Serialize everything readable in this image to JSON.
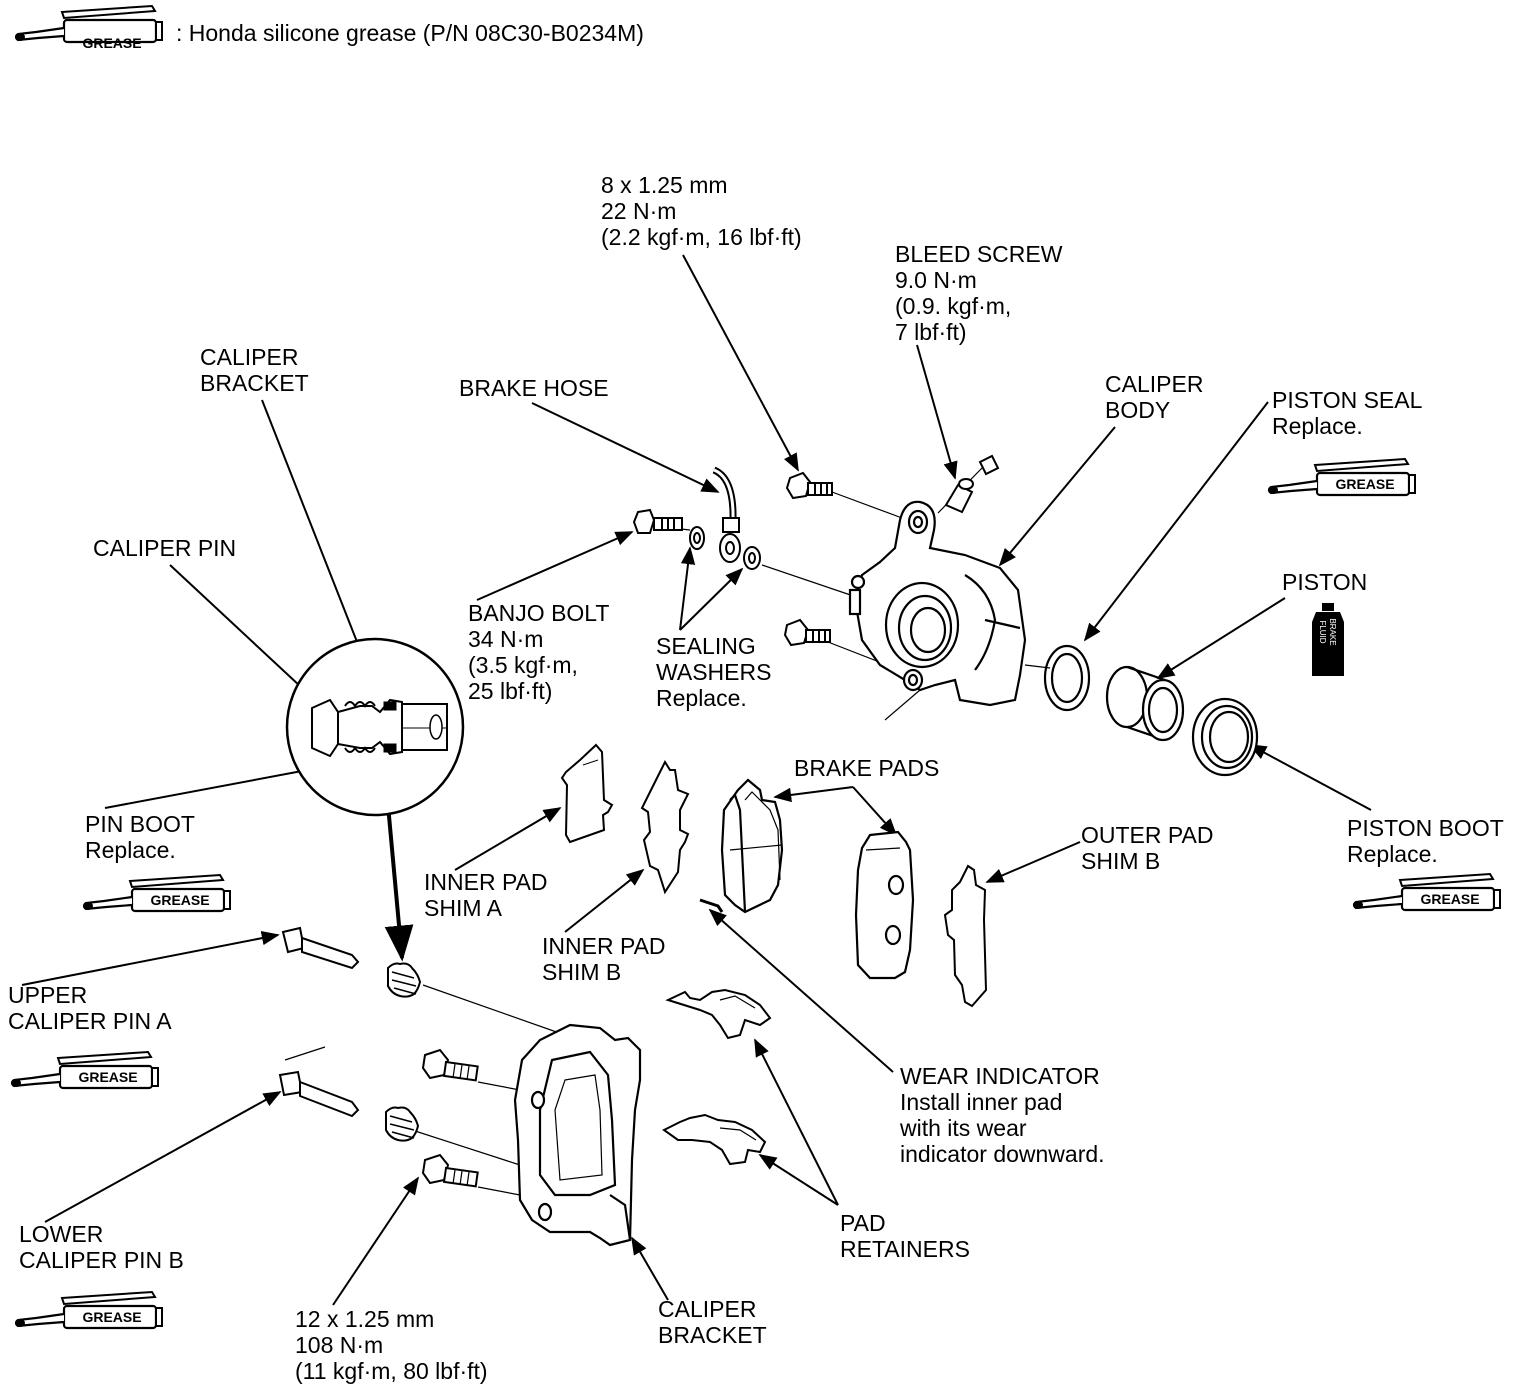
{
  "legend": {
    "icon_text": "GREASE",
    "text": ": Honda silicone grease (P/N 08C30-B0234M)"
  },
  "grease_icon_text": "GREASE",
  "brake_fluid_text": [
    "BRAKE",
    "FLUID"
  ],
  "labels": {
    "bolt_8mm": [
      "8 x 1.25 mm",
      "22 N·m",
      "(2.2 kgf·m, 16 lbf·ft)"
    ],
    "bleed_screw": [
      "BLEED SCREW",
      "9.0 N·m",
      "(0.9. kgf·m,",
      "7 lbf·ft)"
    ],
    "caliper_bracket_top": [
      "CALIPER",
      "BRACKET"
    ],
    "brake_hose": [
      "BRAKE HOSE"
    ],
    "caliper_body": [
      "CALIPER",
      "BODY"
    ],
    "piston_seal": [
      "PISTON SEAL",
      "Replace."
    ],
    "caliper_pin": [
      "CALIPER PIN"
    ],
    "piston": [
      "PISTON"
    ],
    "banjo_bolt": [
      "BANJO BOLT",
      "34 N·m",
      "(3.5 kgf·m,",
      "25 lbf·ft)"
    ],
    "sealing_washers": [
      "SEALING",
      "WASHERS",
      "Replace."
    ],
    "brake_pads": [
      "BRAKE PADS"
    ],
    "pin_boot": [
      "PIN BOOT",
      "Replace."
    ],
    "outer_pad_shim_b": [
      "OUTER PAD",
      "SHIM B"
    ],
    "piston_boot": [
      "PISTON BOOT",
      "Replace."
    ],
    "inner_pad_shim_a": [
      "INNER PAD",
      "SHIM A"
    ],
    "inner_pad_shim_b": [
      "INNER PAD",
      "SHIM B"
    ],
    "upper_caliper_pin_a": [
      "UPPER",
      "CALIPER PIN A"
    ],
    "wear_indicator": [
      "WEAR INDICATOR",
      "Install inner pad",
      "with its wear",
      "indicator downward."
    ],
    "lower_caliper_pin_b": [
      "LOWER",
      "CALIPER PIN B"
    ],
    "pad_retainers": [
      "PAD",
      "RETAINERS"
    ],
    "bolt_12mm": [
      "12 x 1.25 mm",
      "108 N·m",
      "(11 kgf·m, 80 lbf·ft)"
    ],
    "caliper_bracket_bottom": [
      "CALIPER",
      "BRACKET"
    ]
  }
}
